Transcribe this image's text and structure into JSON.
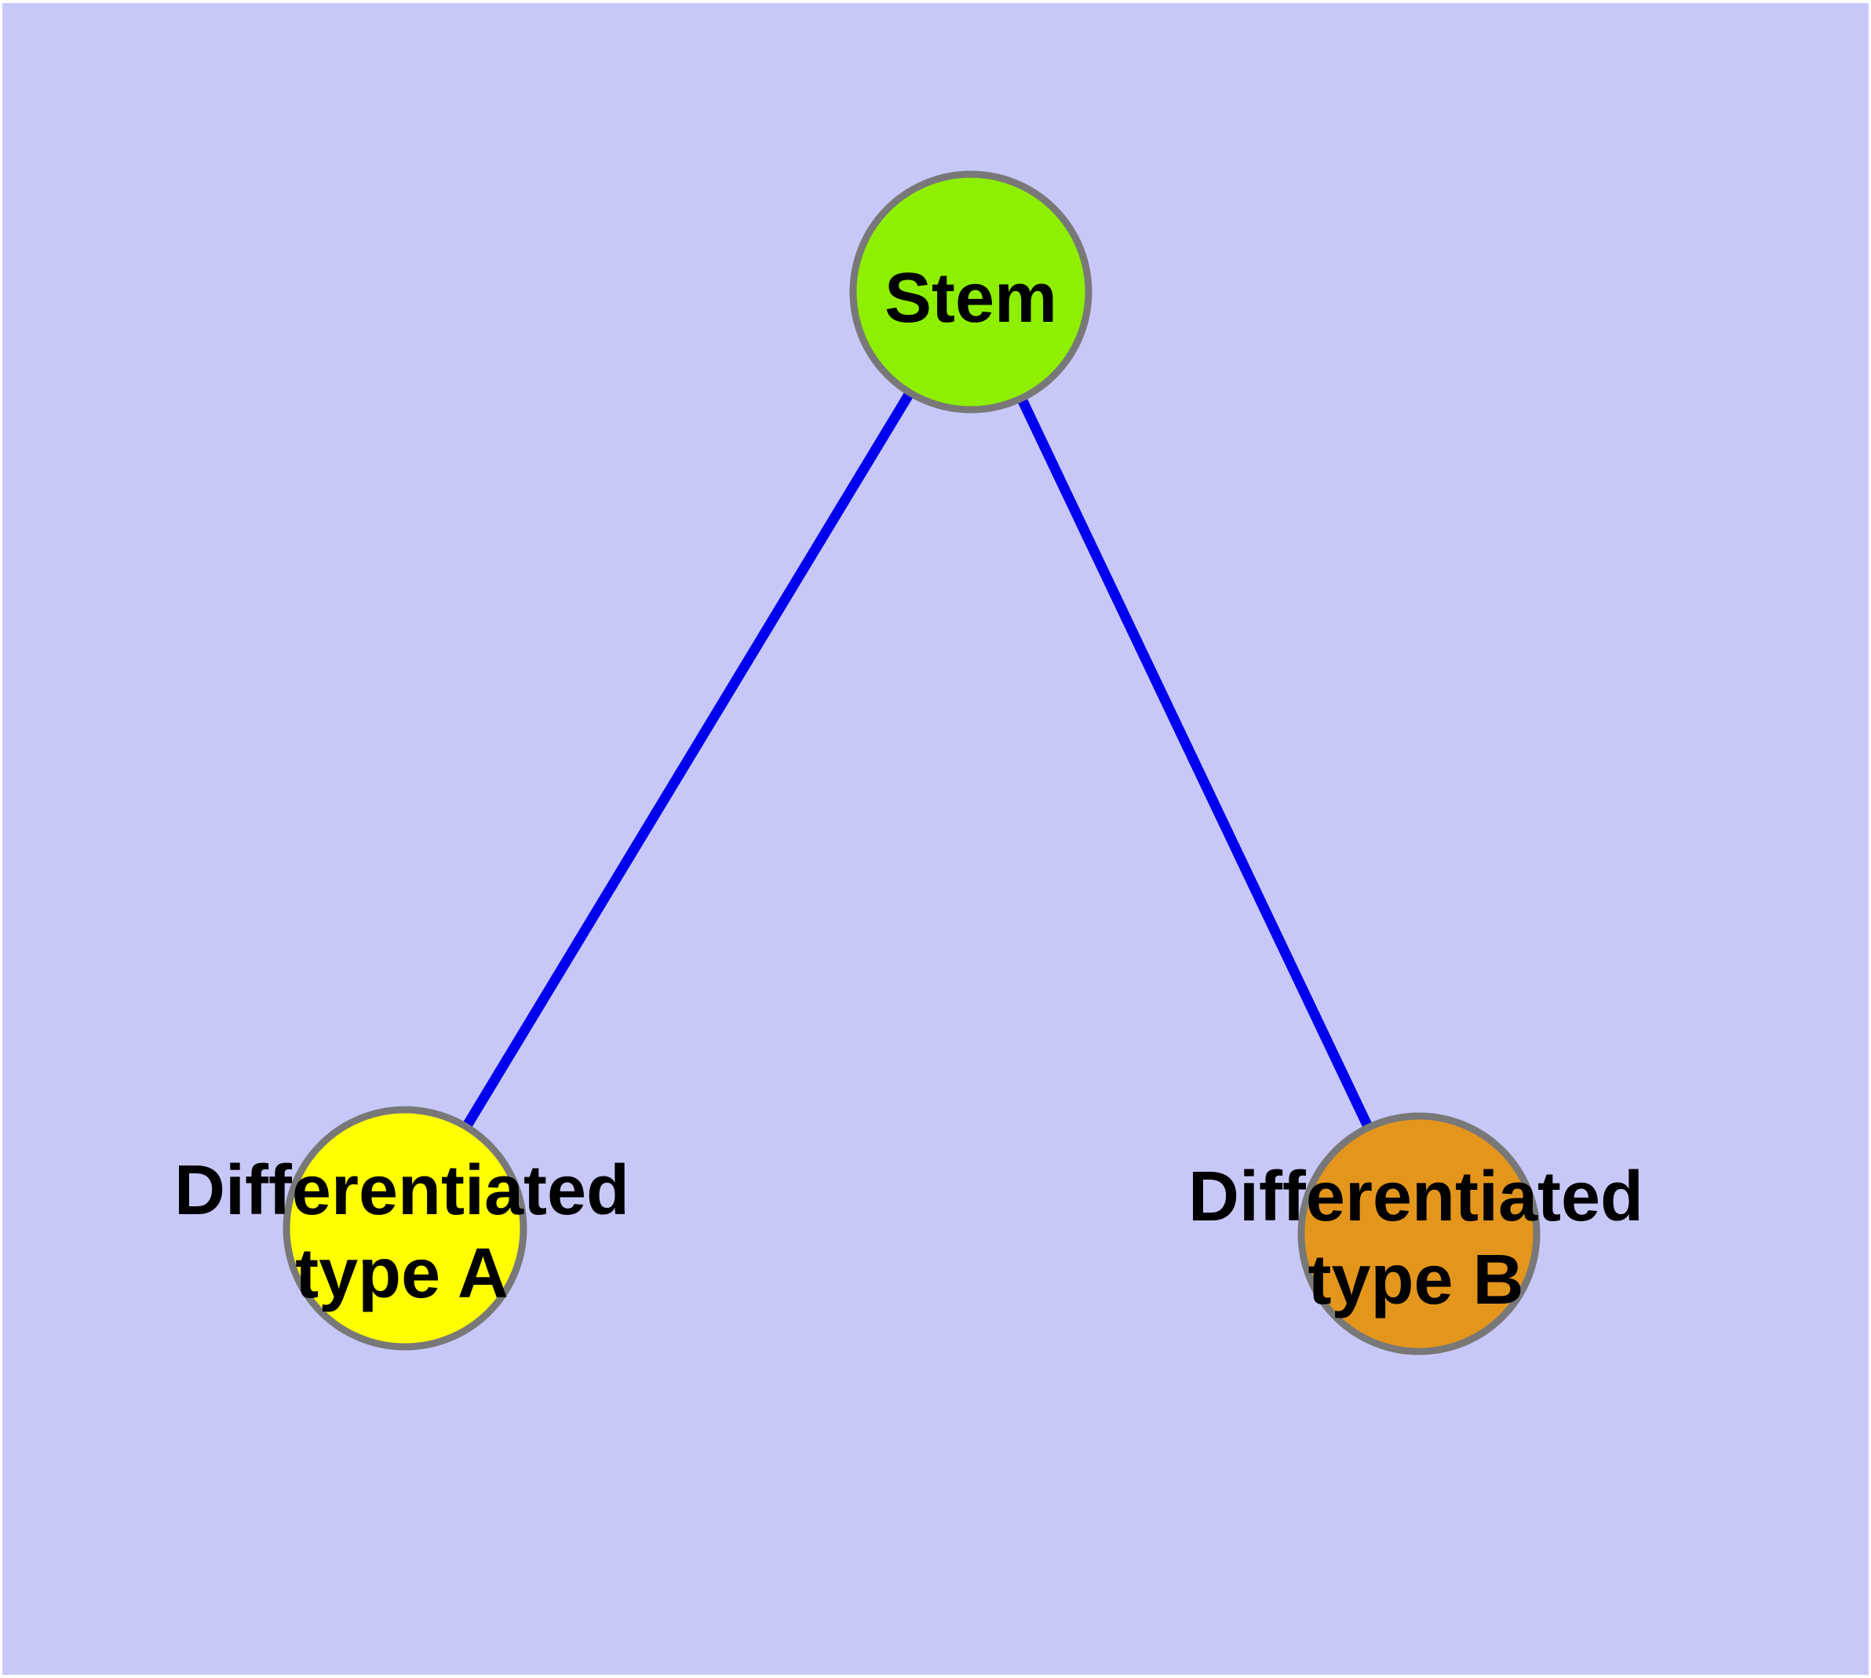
{
  "diagram": {
    "canvas": {
      "background_color": "#c8c8f8",
      "margin_color": "#ffffff"
    },
    "style": {
      "edge_color": "#0000ee",
      "node_border_color": "#787878",
      "label_color": "#000000"
    },
    "nodes": [
      {
        "id": "stem",
        "label": "Stem",
        "lines": [
          "Stem"
        ],
        "color": "#8ef000"
      },
      {
        "id": "differentiated-type-a",
        "label": "Differentiated type A",
        "lines": [
          "Differentiated",
          "type A"
        ],
        "color": "#ffff00"
      },
      {
        "id": "differentiated-type-b",
        "label": "Differentiated type B",
        "lines": [
          "Differentiated",
          "type B"
        ],
        "color": "#e4961c"
      }
    ],
    "edges": [
      {
        "from": "stem",
        "to": "differentiated-type-a"
      },
      {
        "from": "stem",
        "to": "differentiated-type-b"
      }
    ]
  }
}
